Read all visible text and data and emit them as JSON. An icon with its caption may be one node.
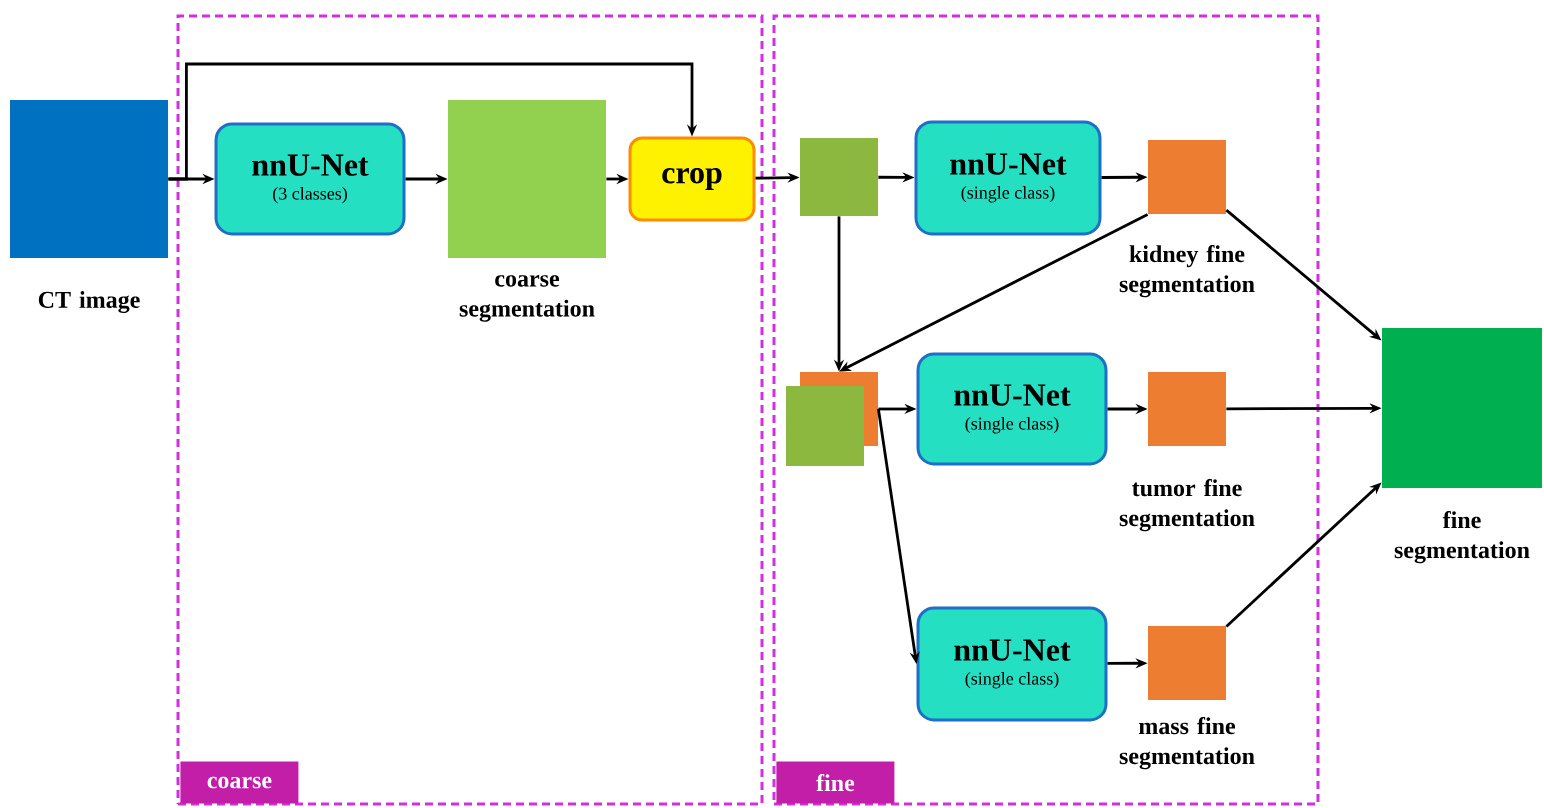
{
  "diagram": {
    "nodes": [
      {
        "text": [
          "coarse"
        ]
      },
      {
        "text": [
          "fine"
        ]
      },
      {
        "text": [
          "CT image"
        ]
      },
      {
        "text": [
          "nnU-Net",
          "(3 classes)"
        ],
        "in": 0
      },
      {
        "text": [
          "coarse segmentation"
        ],
        "in": 0
      },
      {
        "text": [
          "crop"
        ],
        "in": 0
      },
      {
        "text": [],
        "shape": "box",
        "in": 1
      },
      {
        "text": [
          "nnU-Net",
          "(single class)"
        ],
        "in": 1
      },
      {
        "text": [
          "kidney fine segmentation"
        ],
        "in": 1
      },
      {
        "text": [],
        "shape": "box",
        "in": 1
      },
      {
        "text": [
          "nnU-Net",
          "(single class)"
        ],
        "in": 1
      },
      {
        "text": [
          "tumor fine segmentation"
        ],
        "in": 1
      },
      {
        "text": [
          "nnU-Net",
          "(single class)"
        ],
        "in": 1
      },
      {
        "text": [
          "mass fine segmentation"
        ],
        "in": 1
      },
      {
        "text": [
          "fine segmentation"
        ]
      }
    ],
    "edges": [
      {
        "from": 2,
        "to": 3,
        "arrow": "to"
      },
      {
        "from": 2,
        "to": 5,
        "arrow": "to"
      },
      {
        "from": 3,
        "to": 4,
        "arrow": "to"
      },
      {
        "from": 4,
        "to": 5,
        "arrow": "to"
      },
      {
        "from": 5,
        "to": 6,
        "arrow": "to"
      },
      {
        "from": 6,
        "to": 7,
        "arrow": "to"
      },
      {
        "from": 7,
        "to": 8,
        "arrow": "to"
      },
      {
        "from": 6,
        "to": 9,
        "arrow": "to"
      },
      {
        "from": 8,
        "to": 9,
        "arrow": "to"
      },
      {
        "from": 9,
        "to": 10,
        "arrow": "to"
      },
      {
        "from": 9,
        "to": 12,
        "arrow": "to"
      },
      {
        "from": 10,
        "to": 11,
        "arrow": "to"
      },
      {
        "from": 12,
        "to": 13,
        "arrow": "to"
      },
      {
        "from": 8,
        "to": 14,
        "arrow": "to"
      },
      {
        "from": 11,
        "to": 14,
        "arrow": "to"
      },
      {
        "from": 13,
        "to": 14,
        "arrow": "to"
      }
    ]
  }
}
